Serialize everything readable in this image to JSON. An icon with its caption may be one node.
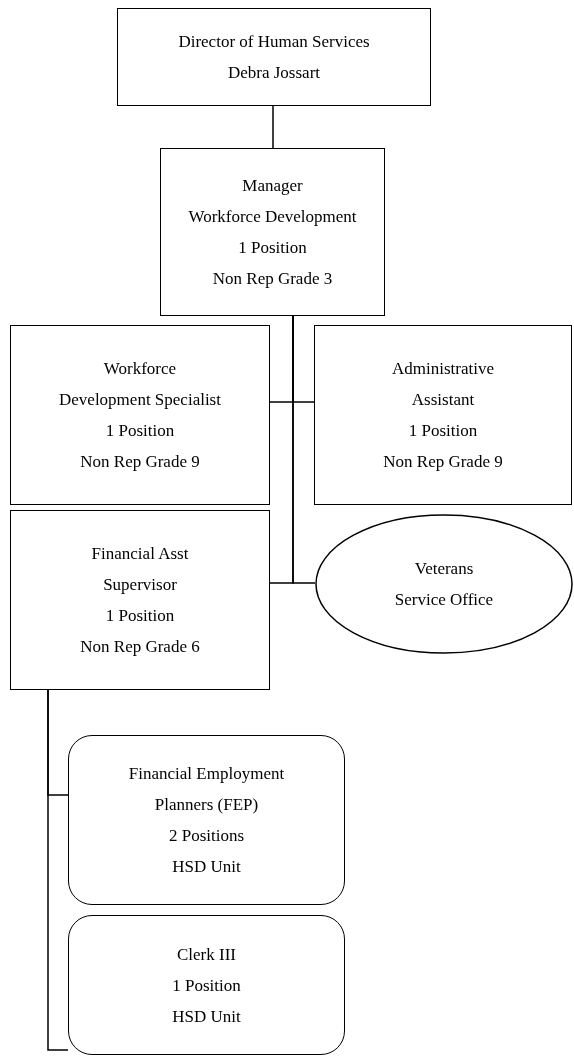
{
  "diagram": {
    "nodes": [
      {
        "text": [
          "Director of Human Services",
          "Debra Jossart"
        ]
      },
      {
        "text": [
          "Manager",
          "Workforce Development",
          "1 Position",
          "Non Rep Grade 3"
        ]
      },
      {
        "text": [
          "Workforce",
          "Development Specialist",
          "1 Position",
          "Non Rep Grade 9"
        ]
      },
      {
        "text": [
          "Administrative",
          "Assistant",
          "1 Position",
          "Non Rep Grade 9"
        ]
      },
      {
        "text": [
          "Financial Asst",
          "Supervisor",
          "1 Position",
          "Non Rep Grade 6"
        ]
      },
      {
        "text": [
          "Veterans",
          "Service Office"
        ]
      },
      {
        "text": [
          "Financial Employment",
          "Planners (FEP)",
          "2 Positions",
          "HSD Unit"
        ]
      },
      {
        "text": [
          "Clerk III",
          "1 Position",
          "HSD Unit"
        ]
      }
    ],
    "edges": [
      {
        "from": 0,
        "to": 1,
        "arrow": "none"
      },
      {
        "from": 1,
        "to": 2,
        "arrow": "none"
      },
      {
        "from": 1,
        "to": 3,
        "arrow": "none"
      },
      {
        "from": 1,
        "to": 4,
        "arrow": "none"
      },
      {
        "from": 1,
        "to": 5,
        "arrow": "none"
      },
      {
        "from": 4,
        "to": 6,
        "arrow": "none"
      },
      {
        "from": 4,
        "to": 7,
        "arrow": "none"
      }
    ]
  }
}
